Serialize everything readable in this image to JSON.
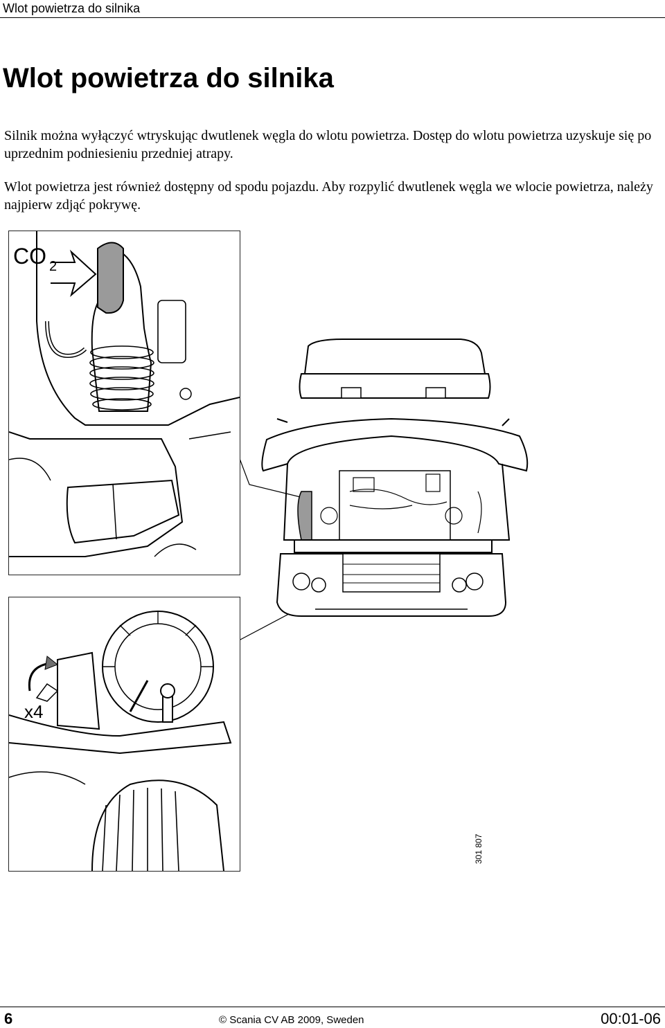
{
  "header": {
    "running_title": "Wlot powietrza do silnika"
  },
  "content": {
    "title": "Wlot powietrza do silnika",
    "paragraph1": "Silnik można wyłączyć wtryskując dwutlenek węgla do wlotu powietrza. Dostęp do wlotu powietrza uzyskuje się po uprzednim podniesieniu przedniej atrapy.",
    "paragraph2": "Wlot powietrza jest również dostępny od spodu pojazdu. Aby rozpylić dwutlenek węgla we wlocie powietrza, należy najpierw zdjąć pokrywę."
  },
  "figure": {
    "label_top_main": "CO",
    "label_top_sub": "2",
    "label_bottom": "x4",
    "reference_number": "301 807"
  },
  "footer": {
    "page_number": "6",
    "copyright": "© Scania CV AB 2009, Sweden",
    "doc_code": "00:01-06"
  }
}
